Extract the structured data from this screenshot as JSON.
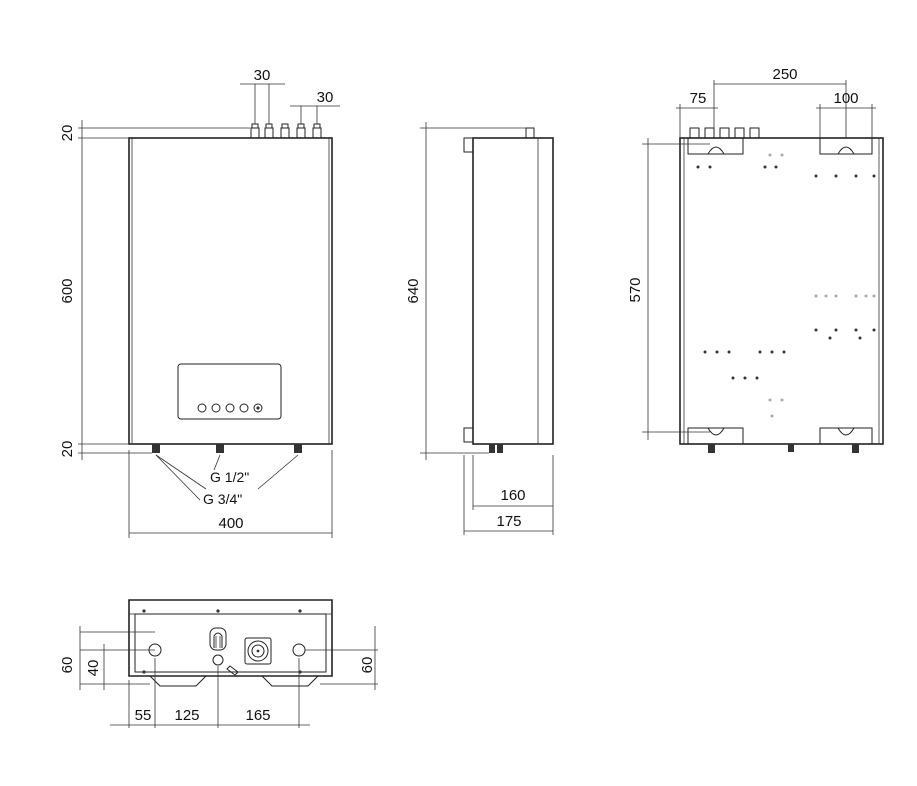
{
  "front_view": {
    "dim_top_connector_spacing": "30",
    "dim_top_connector_spacing_2": "30",
    "dim_top_offset": "20",
    "dim_height": "600",
    "dim_bottom_offset": "20",
    "dim_width": "400",
    "label_connection_small": "G 1/2\"",
    "label_connection_large": "G 3/4\""
  },
  "side_view": {
    "dim_height": "640",
    "dim_depth_body": "160",
    "dim_depth_total": "175"
  },
  "rear_view": {
    "dim_bracket_span": "250",
    "dim_left_offset": "75",
    "dim_bracket_width": "100",
    "dim_height": "570"
  },
  "bottom_view": {
    "dim_left_depth": "60",
    "dim_left_depth_2": "40",
    "dim_right_depth": "60",
    "dim_pos_1": "55",
    "dim_pos_2": "125",
    "dim_pos_3": "165"
  }
}
